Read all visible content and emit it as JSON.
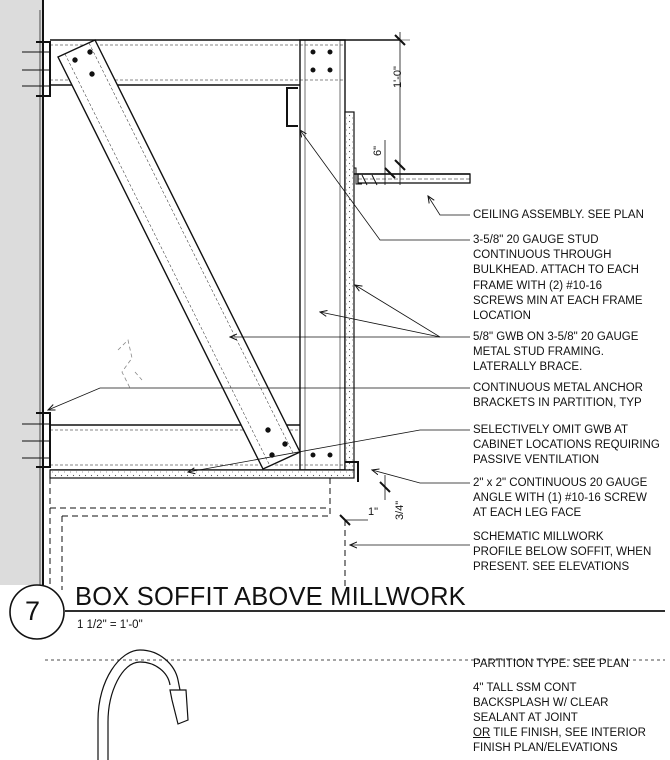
{
  "detail": {
    "number": "7",
    "title": "BOX SOFFIT ABOVE MILLWORK",
    "scale": "1 1/2\" = 1'-0\""
  },
  "dimensions": {
    "top_height": "1'-0\"",
    "ceiling_offset": "6\"",
    "angle_drop": "3/4\"",
    "millwork_gap": "1\""
  },
  "notes": [
    {
      "id": "ceiling",
      "text": "CEILING ASSEMBLY. SEE PLAN"
    },
    {
      "id": "stud",
      "text": "3-5/8\" 20 GAUGE STUD\nCONTINUOUS THROUGH\nBULKHEAD. ATTACH TO EACH\nFRAME WITH (2) #10-16\nSCREWS MIN AT EACH FRAME\nLOCATION"
    },
    {
      "id": "gwb",
      "text": "5/8\" GWB ON 3-5/8\" 20 GAUGE\nMETAL STUD FRAMING.\nLATERALLY BRACE."
    },
    {
      "id": "anchor",
      "text": "CONTINUOUS METAL ANCHOR\nBRACKETS IN PARTITION, TYP"
    },
    {
      "id": "omit",
      "text": "SELECTIVELY OMIT GWB AT\nCABINET LOCATIONS REQUIRING\nPASSIVE VENTILATION"
    },
    {
      "id": "angle",
      "text": "2\" x 2\" CONTINUOUS 20 GAUGE\nANGLE WITH (1) #10-16 SCREW\nAT EACH LEG FACE"
    },
    {
      "id": "millwork",
      "text": "SCHEMATIC MILLWORK\nPROFILE BELOW SOFFIT, WHEN\nPRESENT. SEE ELEVATIONS"
    },
    {
      "id": "partition",
      "text": "PARTITION TYPE. SEE PLAN"
    },
    {
      "id": "backsplash_1",
      "text": "4\" TALL SSM CONT\nBACKSPLASH W/ CLEAR\nSEALANT AT JOINT"
    },
    {
      "id": "backsplash_or",
      "text": "OR"
    },
    {
      "id": "backsplash_2",
      "text": " TILE FINISH, SEE INTERIOR\nFINISH PLAN/ELEVATIONS"
    }
  ]
}
